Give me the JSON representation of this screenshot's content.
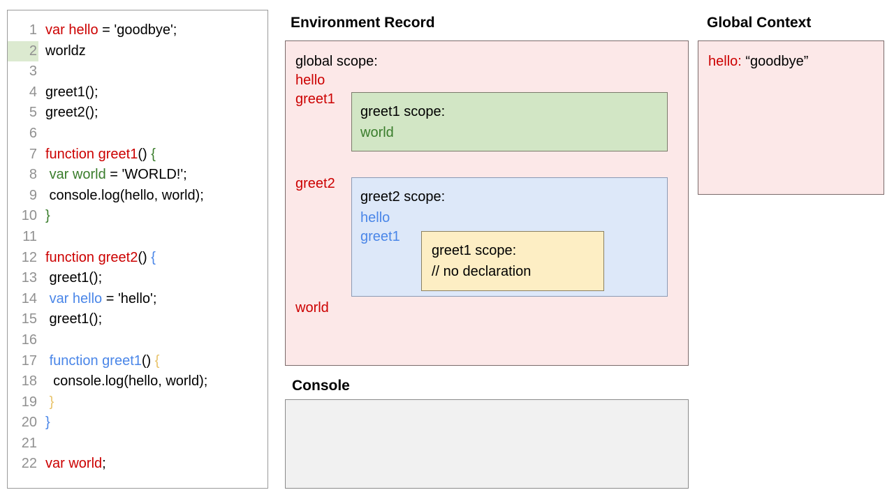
{
  "editor": {
    "lines": [
      {
        "n": "1",
        "highlight": false,
        "tokens": [
          {
            "t": "var hello",
            "c": "red"
          },
          {
            "t": " = 'goodbye';",
            "c": "black"
          }
        ]
      },
      {
        "n": "2",
        "highlight": true,
        "tokens": [
          {
            "t": "worldz",
            "c": "black"
          }
        ]
      },
      {
        "n": "3",
        "highlight": false,
        "tokens": [
          {
            "t": "",
            "c": "black"
          }
        ]
      },
      {
        "n": "4",
        "highlight": false,
        "tokens": [
          {
            "t": "greet1();",
            "c": "black"
          }
        ]
      },
      {
        "n": "5",
        "highlight": false,
        "tokens": [
          {
            "t": "greet2();",
            "c": "black"
          }
        ]
      },
      {
        "n": "6",
        "highlight": false,
        "tokens": [
          {
            "t": "",
            "c": "black"
          }
        ]
      },
      {
        "n": "7",
        "highlight": false,
        "tokens": [
          {
            "t": "function greet1",
            "c": "red"
          },
          {
            "t": "() ",
            "c": "black"
          },
          {
            "t": "{",
            "c": "green"
          }
        ]
      },
      {
        "n": "8",
        "highlight": false,
        "tokens": [
          {
            "t": " ",
            "c": "black"
          },
          {
            "t": "var world",
            "c": "green"
          },
          {
            "t": " = 'WORLD!';",
            "c": "black"
          }
        ]
      },
      {
        "n": "9",
        "highlight": false,
        "tokens": [
          {
            "t": " console.log(hello, world);",
            "c": "black"
          }
        ]
      },
      {
        "n": "10",
        "highlight": false,
        "tokens": [
          {
            "t": "}",
            "c": "green"
          }
        ]
      },
      {
        "n": "11",
        "highlight": false,
        "tokens": [
          {
            "t": "",
            "c": "black"
          }
        ]
      },
      {
        "n": "12",
        "highlight": false,
        "tokens": [
          {
            "t": "function greet2",
            "c": "red"
          },
          {
            "t": "() ",
            "c": "black"
          },
          {
            "t": "{",
            "c": "blue"
          }
        ]
      },
      {
        "n": "13",
        "highlight": false,
        "tokens": [
          {
            "t": " greet1();",
            "c": "black"
          }
        ]
      },
      {
        "n": "14",
        "highlight": false,
        "tokens": [
          {
            "t": " ",
            "c": "black"
          },
          {
            "t": "var hello",
            "c": "blue"
          },
          {
            "t": " = 'hello';",
            "c": "black"
          }
        ]
      },
      {
        "n": "15",
        "highlight": false,
        "tokens": [
          {
            "t": " greet1();",
            "c": "black"
          }
        ]
      },
      {
        "n": "16",
        "highlight": false,
        "tokens": [
          {
            "t": "",
            "c": "black"
          }
        ]
      },
      {
        "n": "17",
        "highlight": false,
        "tokens": [
          {
            "t": " ",
            "c": "black"
          },
          {
            "t": "function greet1",
            "c": "blue"
          },
          {
            "t": "() ",
            "c": "black"
          },
          {
            "t": "{",
            "c": "tan"
          }
        ]
      },
      {
        "n": "18",
        "highlight": false,
        "tokens": [
          {
            "t": "  console.log(hello, world);",
            "c": "black"
          }
        ]
      },
      {
        "n": "19",
        "highlight": false,
        "tokens": [
          {
            "t": " ",
            "c": "black"
          },
          {
            "t": "}",
            "c": "tan"
          }
        ]
      },
      {
        "n": "20",
        "highlight": false,
        "tokens": [
          {
            "t": "}",
            "c": "blue"
          }
        ]
      },
      {
        "n": "21",
        "highlight": false,
        "tokens": [
          {
            "t": "",
            "c": "black"
          }
        ]
      },
      {
        "n": "22",
        "highlight": false,
        "tokens": [
          {
            "t": "var world",
            "c": "red"
          },
          {
            "t": ";",
            "c": "black"
          }
        ]
      }
    ]
  },
  "environment_record": {
    "heading": "Environment Record",
    "global_scope_label": "global scope:",
    "global_bindings": [
      "hello",
      "greet1",
      "greet2",
      "world"
    ],
    "greet1_scope": {
      "label": "greet1 scope:",
      "bindings": [
        "world"
      ]
    },
    "greet2_scope": {
      "label": "greet2 scope:",
      "bindings": [
        "hello",
        "greet1"
      ],
      "nested_greet1_scope": {
        "label": "greet1 scope:",
        "comment": "// no declaration"
      }
    }
  },
  "console": {
    "heading": "Console",
    "output": ""
  },
  "global_context": {
    "heading": "Global Context",
    "entries": [
      {
        "key": "hello:",
        "value": " “goodbye”"
      }
    ]
  },
  "colors": {
    "red": "#cc0000",
    "green": "#3a7d2c",
    "blue": "#4a86e8",
    "tan": "#e8c36a",
    "pink_bg": "#fce8e8",
    "green_bg": "#d2e6c5",
    "blue_bg": "#dde8f9",
    "yellow_bg": "#fdeec4",
    "console_bg": "#f1f1f1",
    "line_highlight": "#dcead0"
  }
}
